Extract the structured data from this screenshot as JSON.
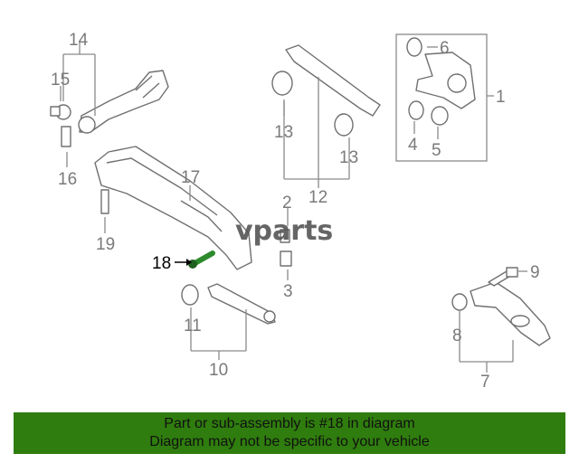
{
  "diagram": {
    "watermark": "vparts",
    "highlighted_callout": "18",
    "callouts": [
      "1",
      "2",
      "3",
      "4",
      "5",
      "6",
      "7",
      "8",
      "9",
      "10",
      "11",
      "12",
      "13",
      "13",
      "14",
      "15",
      "16",
      "17",
      "19"
    ]
  },
  "banner": {
    "background": "#2f7d0e",
    "line1": "Part or sub-assembly is #18 in diagram",
    "line2": "Diagram may not be specific to your vehicle"
  },
  "colors": {
    "highlight_part": "#2d8a2d",
    "linework": "#707070"
  }
}
